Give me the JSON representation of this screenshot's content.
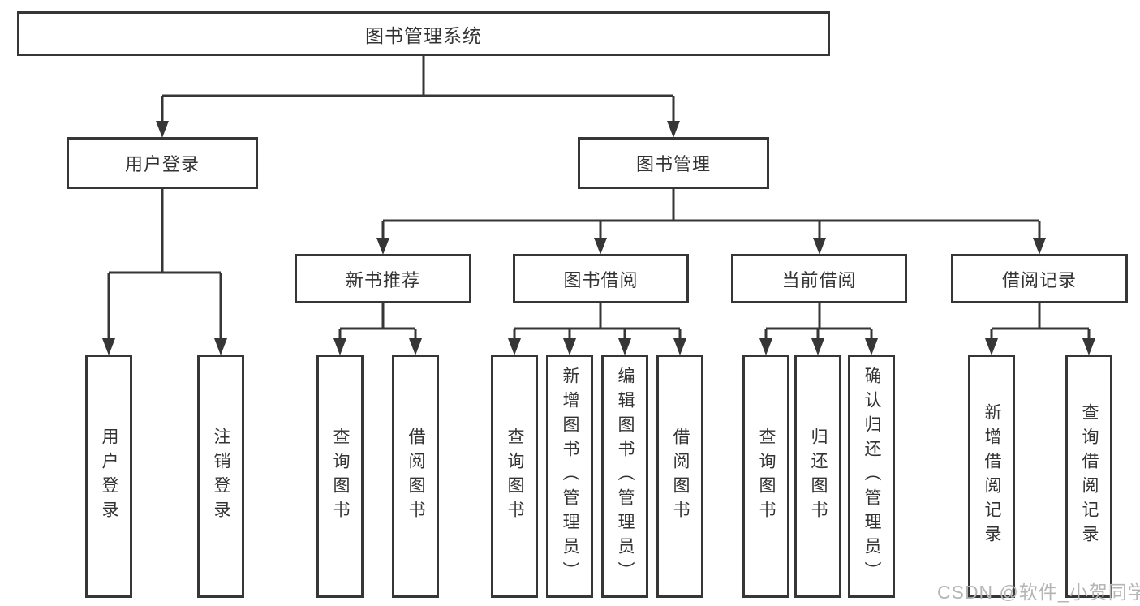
{
  "diagram": {
    "title": "图书管理系统",
    "root": {
      "label": "图书管理系统"
    },
    "branches": [
      {
        "label": "用户登录",
        "children": [
          {
            "label": "用户登录"
          },
          {
            "label": "注销登录"
          }
        ]
      },
      {
        "label": "图书管理",
        "children": [
          {
            "label": "新书推荐",
            "children": [
              {
                "label": "查询图书"
              },
              {
                "label": "借阅图书"
              }
            ]
          },
          {
            "label": "图书借阅",
            "children": [
              {
                "label": "查询图书"
              },
              {
                "label": "新增图书（管理员）"
              },
              {
                "label": "编辑图书（管理员）"
              },
              {
                "label": "借阅图书"
              }
            ]
          },
          {
            "label": "当前借阅",
            "children": [
              {
                "label": "查询图书"
              },
              {
                "label": "归还图书"
              },
              {
                "label": "确认归还（管理员）"
              }
            ]
          },
          {
            "label": "借阅记录",
            "children": [
              {
                "label": "新增借阅记录"
              },
              {
                "label": "查询借阅记录"
              }
            ]
          }
        ]
      }
    ]
  },
  "watermark": {
    "text": "CSDN @软件_小贺同学"
  },
  "colors": {
    "line": "#363636",
    "box_border": "#363636",
    "text": "#333333",
    "watermark": "#b5b5b5",
    "background": "#ffffff"
  }
}
